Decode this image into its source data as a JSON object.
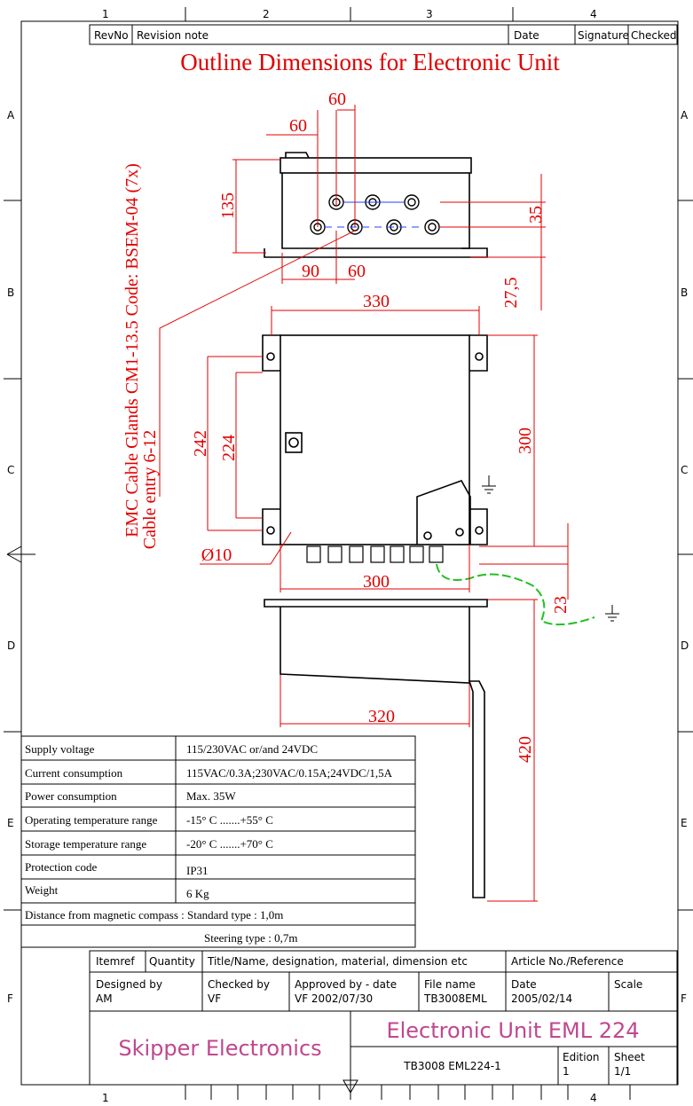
{
  "border": {
    "columns_top": [
      "1",
      "2",
      "3",
      "4"
    ],
    "columns_bottom": [
      "1",
      "4"
    ],
    "rows_left": [
      "A",
      "B",
      "C",
      "D",
      "E",
      "F"
    ],
    "rows_right": [
      "A",
      "B",
      "C",
      "D",
      "E",
      "F"
    ]
  },
  "revision_header": {
    "revno": "RevNo",
    "note": "Revision note",
    "date": "Date",
    "signature": "Signature",
    "checked": "Checked"
  },
  "title": "Outline Dimensions for Electronic Unit",
  "cable_gland_note": {
    "line1": "EMC Cable Glands CM1-13.5 Code: BSEM-04 (7x)",
    "line2": "Cable entry 6-12"
  },
  "dimensions": {
    "top_60a": "60",
    "top_60b": "60",
    "h135": "135",
    "d35": "35",
    "d90": "90",
    "d60b": "60",
    "d27_5": "27,5",
    "w330": "330",
    "h300": "300",
    "h242": "242",
    "h224": "224",
    "dia10": "Ø10",
    "w300": "300",
    "d23": "23",
    "w320": "320",
    "h420": "420"
  },
  "specs": [
    {
      "label": "Supply voltage",
      "value": "115/230VAC or/and 24VDC"
    },
    {
      "label": "Current consumption",
      "value": "115VAC/0.3A;230VAC/0.15A;24VDC/1,5A"
    },
    {
      "label": "Power consumption",
      "value": "Max. 35W"
    },
    {
      "label": "Operating temperature range",
      "value": "-15° C  .......+55° C"
    },
    {
      "label": "Storage temperature range",
      "value": "-20° C  .......+70° C"
    },
    {
      "label": "Protection code",
      "value": "IP31"
    },
    {
      "label": "Weight",
      "value": "6 Kg"
    }
  ],
  "compass": {
    "line1": "Distance from magnetic compass : Standard type : 1,0m",
    "line2": "Steering type : 0,7m"
  },
  "titleblock": {
    "itemref": "Itemref",
    "quantity": "Quantity",
    "title_name": "Title/Name, designation, material, dimension etc",
    "article": "Article No./Reference",
    "designed_label": "Designed by",
    "designed_value": "AM",
    "checked_label": "Checked by",
    "checked_value": "VF",
    "approved_label": "Approved by - date",
    "approved_value": "VF 2002/07/30",
    "file_label": "File name",
    "file_value": "TB3008EML",
    "date_label": "Date",
    "date_value": "2005/02/14",
    "scale_label": "Scale",
    "company": "Skipper Electronics",
    "product": "Electronic Unit EML 224",
    "drawing_no": "TB3008 EML224-1",
    "edition_label": "Edition",
    "edition_value": "1",
    "sheet_label": "Sheet",
    "sheet_value": "1/1"
  }
}
